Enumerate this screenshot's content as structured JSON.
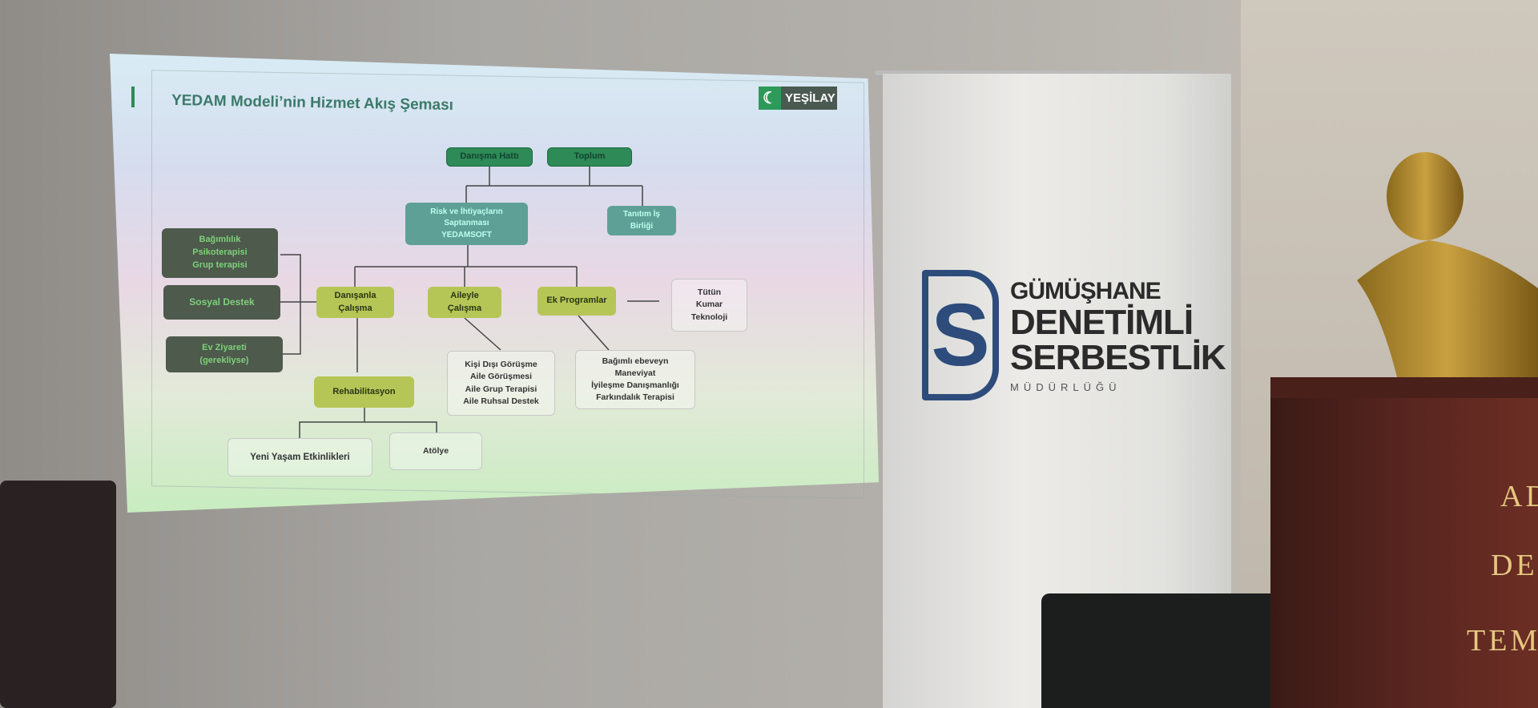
{
  "slide": {
    "title": "YEDAM Modeli’nin Hizmet Akış Şeması",
    "logo": {
      "symbol": "☾",
      "text": "YEŞİLAY"
    },
    "nodes": {
      "danisma_hatti": "Danışma Hattı",
      "toplum": "Toplum",
      "risk": "Risk ve İhtiyaçların\nSaptanması\nYEDAMSOFT",
      "tanitim": "Tanıtım İş\nBirliği",
      "bagimlilik": "Bağımlılık\nPsikoterapisi\nGrup terapisi",
      "sosyal": "Sosyal Destek",
      "ev": "Ev Ziyareti\n(gerekliyse)",
      "danisanla": "Danışanla\nÇalışma",
      "aileyle": "Aileyle\nÇalışma",
      "ek": "Ek Programlar",
      "tutun": "Tütün\nKumar\nTeknoloji",
      "kisi": "Kişi Dışı Görüşme\nAile Görüşmesi\nAile Grup Terapisi\nAile Ruhsal Destek",
      "bagimli_ebeveyn": "Bağımlı ebeveyn\nManeviyat\nİyileşme Danışmanlığı\nFarkındalık Terapisi",
      "rehab": "Rehabilitasyon",
      "yeni": "Yeni Yaşam Etkinlikleri",
      "atolye": "Atölye"
    }
  },
  "banner": {
    "line1": "GÜMÜŞHANE",
    "line2": "DENETİMLİ",
    "line3": "SERBESTLİK",
    "line4": "MÜDÜRLÜĞÜ",
    "mark": "S"
  },
  "podium": {
    "line1": "ADA",
    "line2": "DEV",
    "line3": "TEM"
  }
}
